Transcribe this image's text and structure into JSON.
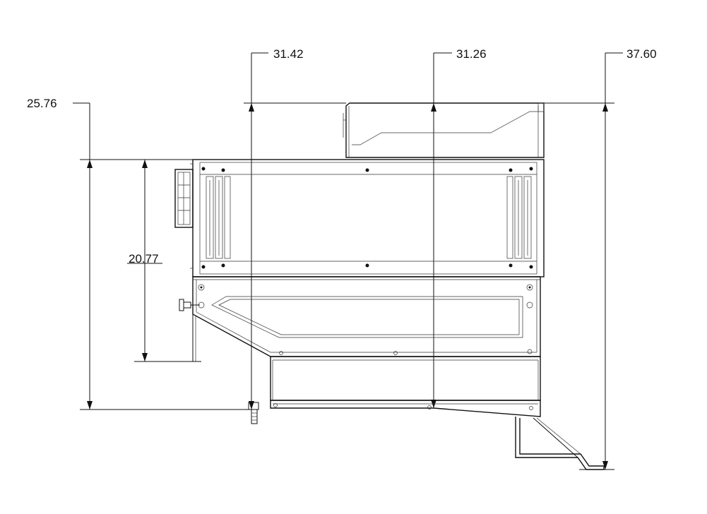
{
  "dimensions": {
    "left_total_height": "25.76",
    "left_upper_height": "20.77",
    "top_left_offset": "31.42",
    "top_middle_offset": "31.26",
    "top_right_offset": "37.60"
  },
  "colors": {
    "line": "#111111",
    "background": "#ffffff"
  }
}
